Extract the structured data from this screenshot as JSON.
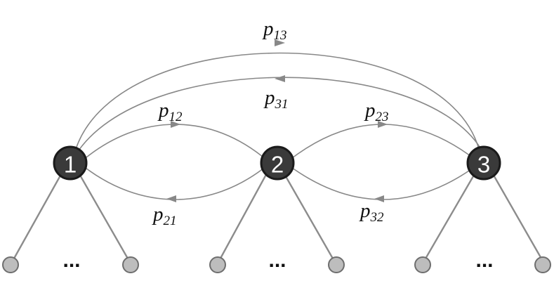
{
  "nodes": [
    {
      "id": "1",
      "label": "1"
    },
    {
      "id": "2",
      "label": "2"
    },
    {
      "id": "3",
      "label": "3"
    }
  ],
  "edges": [
    {
      "from": "1",
      "to": "3",
      "label_main": "p",
      "label_sub": "13"
    },
    {
      "from": "3",
      "to": "1",
      "label_main": "p",
      "label_sub": "31"
    },
    {
      "from": "1",
      "to": "2",
      "label_main": "p",
      "label_sub": "12"
    },
    {
      "from": "2",
      "to": "1",
      "label_main": "p",
      "label_sub": "21"
    },
    {
      "from": "2",
      "to": "3",
      "label_main": "p",
      "label_sub": "23"
    },
    {
      "from": "3",
      "to": "2",
      "label_main": "p",
      "label_sub": "32"
    }
  ],
  "ellipsis": "...",
  "colors": {
    "node_fill": "#3a3a3a",
    "leaf_fill": "#bdbdbd",
    "edge": "#888888"
  }
}
